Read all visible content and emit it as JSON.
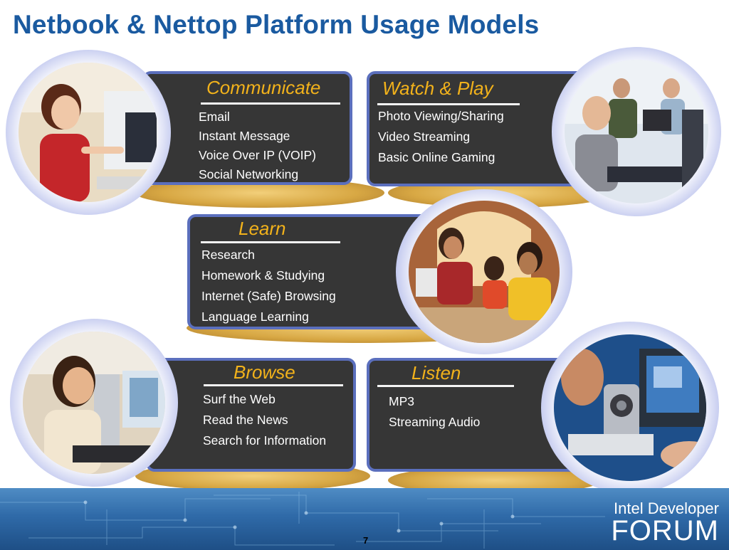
{
  "slide": {
    "title": "Netbook & Nettop Platform Usage Models",
    "page_number": "7"
  },
  "panels": {
    "communicate": {
      "heading": "Communicate",
      "items": [
        "Email",
        "Instant Message",
        "Voice Over IP (VOIP)",
        "Social Networking"
      ]
    },
    "watch_play": {
      "heading": "Watch & Play",
      "items": [
        "Photo Viewing/Sharing",
        "Video Streaming",
        "Basic Online Gaming"
      ]
    },
    "learn": {
      "heading": "Learn",
      "items": [
        "Research",
        "Homework & Studying",
        "Internet (Safe) Browsing",
        "Language Learning"
      ]
    },
    "browse": {
      "heading": "Browse",
      "items": [
        "Surf the Web",
        "Read the News",
        "Search for Information"
      ]
    },
    "listen": {
      "heading": "Listen",
      "items": [
        "MP3",
        "Streaming Audio"
      ]
    }
  },
  "footer": {
    "brand_line1": "Intel Developer",
    "brand_line2": "FORUM"
  },
  "colors": {
    "title": "#1a5aa0",
    "heading": "#f2b21b",
    "card_bg": "#363636",
    "card_border": "#5b6fbd",
    "footer": "#2f6aa8"
  }
}
